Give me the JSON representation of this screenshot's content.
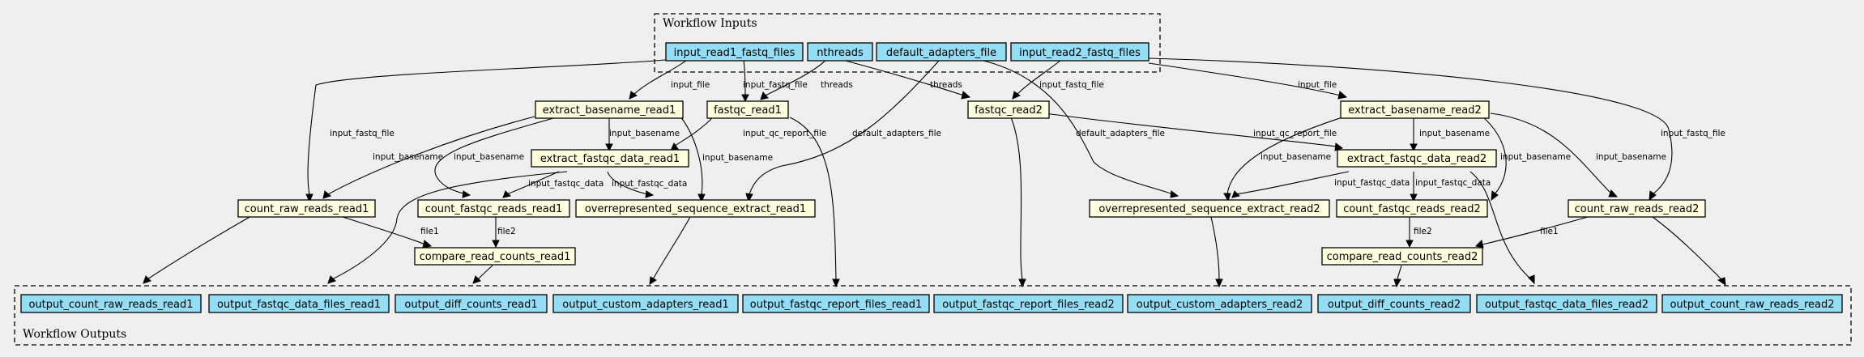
{
  "colors": {
    "background": "#efefef",
    "io_fill": "#94ddf4",
    "step_fill": "#ffffe0",
    "stroke": "#000000"
  },
  "clusters": {
    "inputs": {
      "label": "Workflow Inputs"
    },
    "outputs": {
      "label": "Workflow Outputs"
    }
  },
  "nodes": {
    "in_r1": {
      "label": "input_read1_fastq_files",
      "kind": "io"
    },
    "in_threads": {
      "label": "nthreads",
      "kind": "io"
    },
    "in_adapters": {
      "label": "default_adapters_file",
      "kind": "io"
    },
    "in_r2": {
      "label": "input_read2_fastq_files",
      "kind": "io"
    },
    "s_ebr1": {
      "label": "extract_basename_read1",
      "kind": "step"
    },
    "s_fq1": {
      "label": "fastqc_read1",
      "kind": "step"
    },
    "s_fq2": {
      "label": "fastqc_read2",
      "kind": "step"
    },
    "s_ebr2": {
      "label": "extract_basename_read2",
      "kind": "step"
    },
    "s_efd1": {
      "label": "extract_fastqc_data_read1",
      "kind": "step"
    },
    "s_efd2": {
      "label": "extract_fastqc_data_read2",
      "kind": "step"
    },
    "s_crr1": {
      "label": "count_raw_reads_read1",
      "kind": "step"
    },
    "s_cfr1": {
      "label": "count_fastqc_reads_read1",
      "kind": "step"
    },
    "s_ose1": {
      "label": "overrepresented_sequence_extract_read1",
      "kind": "step"
    },
    "s_ose2": {
      "label": "overrepresented_sequence_extract_read2",
      "kind": "step"
    },
    "s_cfr2": {
      "label": "count_fastqc_reads_read2",
      "kind": "step"
    },
    "s_crr2": {
      "label": "count_raw_reads_read2",
      "kind": "step"
    },
    "s_crc1": {
      "label": "compare_read_counts_read1",
      "kind": "step"
    },
    "s_crc2": {
      "label": "compare_read_counts_read2",
      "kind": "step"
    },
    "o_crr1": {
      "label": "output_count_raw_reads_read1",
      "kind": "io"
    },
    "o_fdf1": {
      "label": "output_fastqc_data_files_read1",
      "kind": "io"
    },
    "o_dc1": {
      "label": "output_diff_counts_read1",
      "kind": "io"
    },
    "o_ca1": {
      "label": "output_custom_adapters_read1",
      "kind": "io"
    },
    "o_frf1": {
      "label": "output_fastqc_report_files_read1",
      "kind": "io"
    },
    "o_frf2": {
      "label": "output_fastqc_report_files_read2",
      "kind": "io"
    },
    "o_ca2": {
      "label": "output_custom_adapters_read2",
      "kind": "io"
    },
    "o_dc2": {
      "label": "output_diff_counts_read2",
      "kind": "io"
    },
    "o_fdf2": {
      "label": "output_fastqc_data_files_read2",
      "kind": "io"
    },
    "o_crr2": {
      "label": "output_count_raw_reads_read2",
      "kind": "io"
    }
  },
  "edge_labels": {
    "input_file": "input_file",
    "input_fastq_file": "input_fastq_file",
    "threads": "threads",
    "input_basename": "input_basename",
    "input_qc_report_file": "input_qc_report_file",
    "default_adapters_file": "default_adapters_file",
    "input_fastqc_data": "input_fastqc_data",
    "file1": "file1",
    "file2": "file2"
  }
}
